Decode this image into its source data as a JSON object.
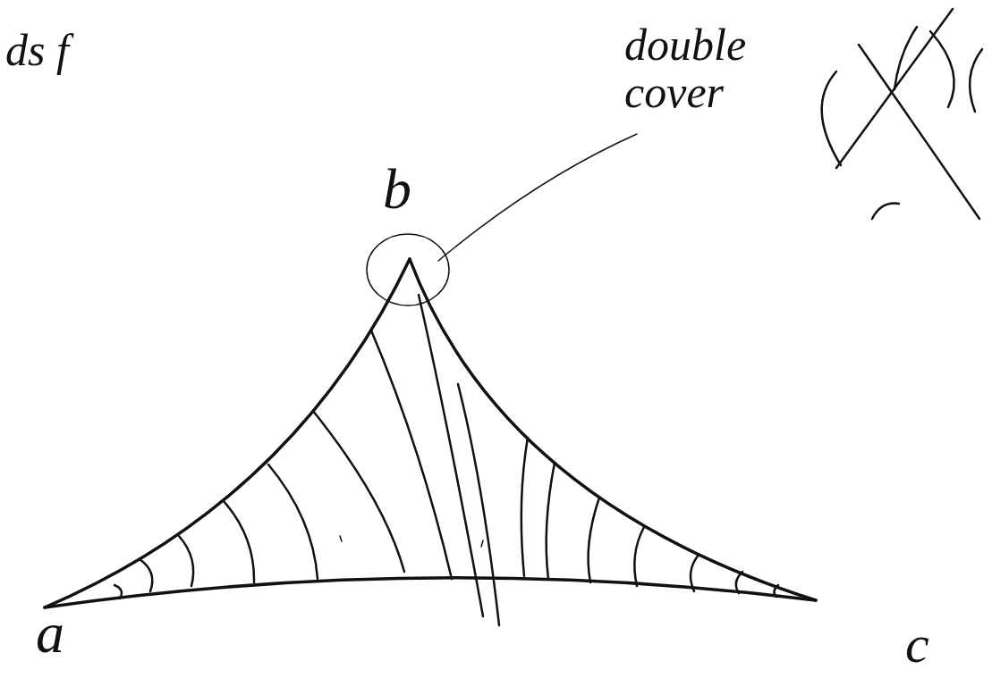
{
  "diagram": {
    "labels": [
      "ds f",
      "b",
      "double cover",
      "a",
      "c"
    ]
  }
}
